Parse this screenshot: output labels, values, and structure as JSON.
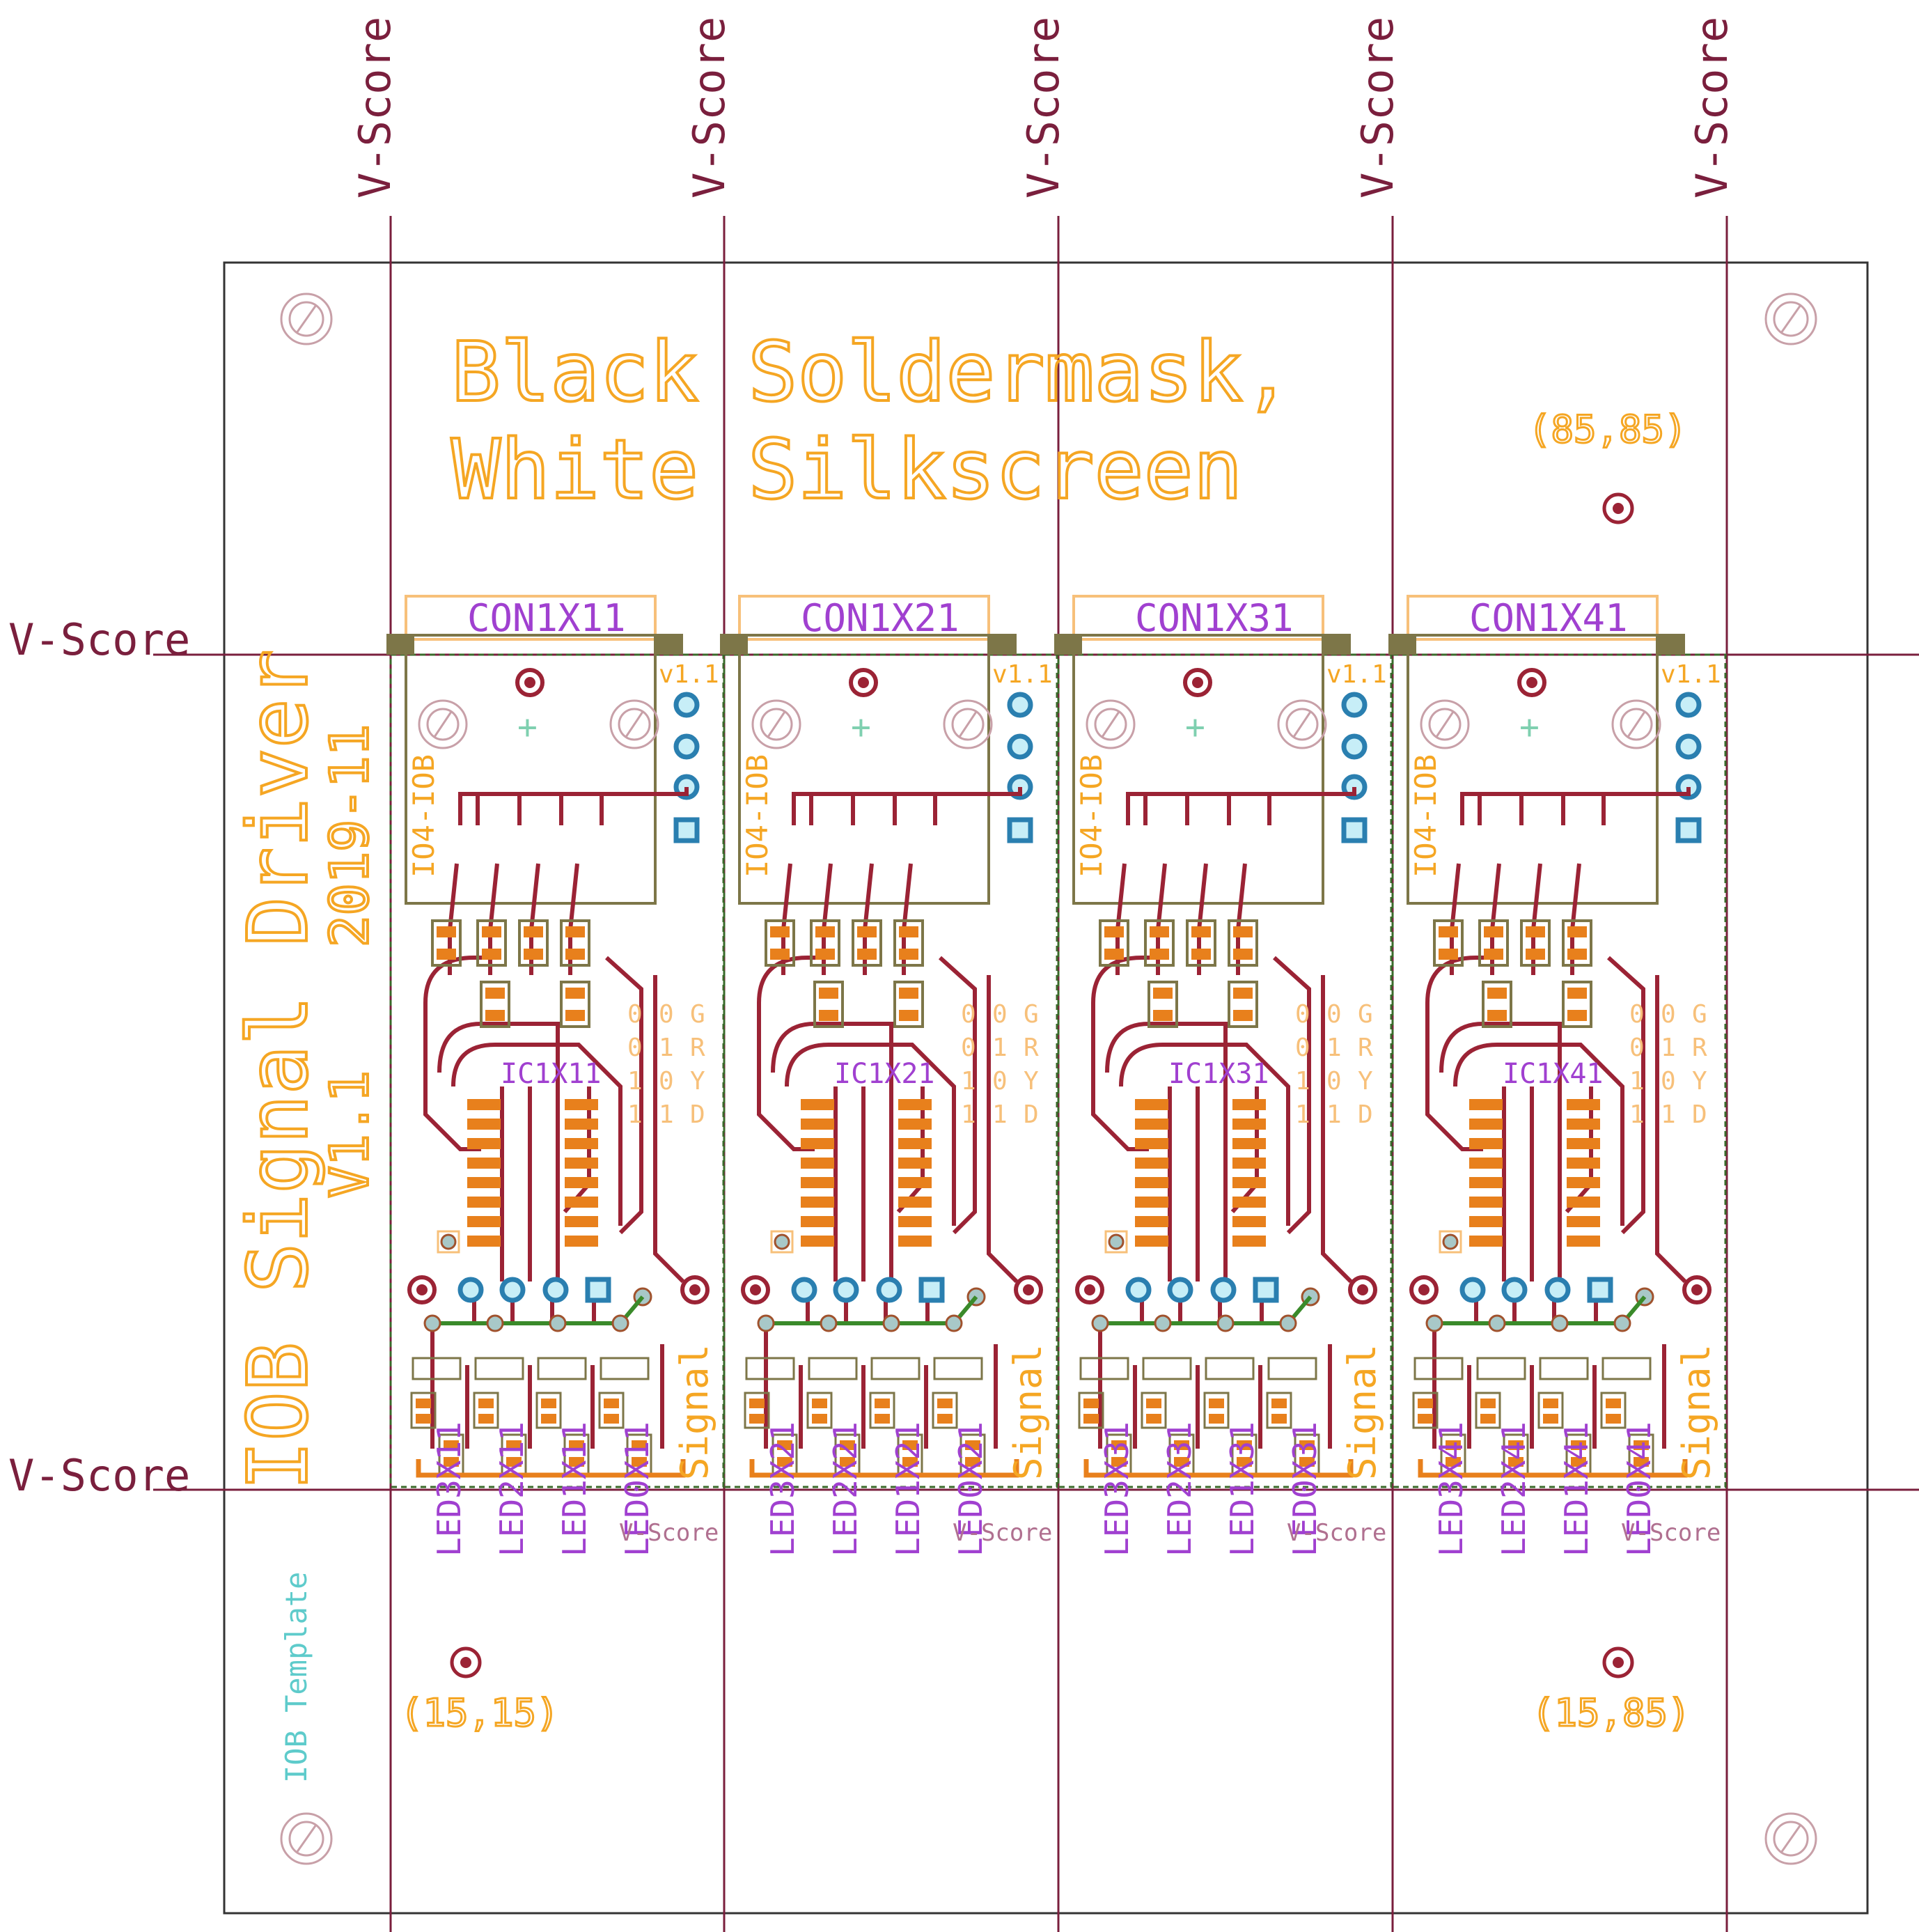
{
  "colors": {
    "vscore": "#7a1f3d",
    "outline": "#333333",
    "annotation": "#f5a623",
    "silk_light": "#f7c07a",
    "names": "#a040d0",
    "trace": "#9b2335",
    "pad_ring": "#2a7fb0",
    "pad_core": "#c7eef7",
    "smd": "#e8801c",
    "module_outline": "#7d7648",
    "green_trace": "#3a8a2a",
    "mount": "#9b2335",
    "template": "#5ecbcb"
  },
  "labels": {
    "vscore": "V-Score",
    "title_line1": "Black Soldermask,",
    "title_line2": "White Silkscreen",
    "side_title": "IOB Signal Driver",
    "date": "2019-11",
    "version": "V1.1",
    "template": "IOB Template",
    "coord_top_right": "(85,85)",
    "coord_bottom_left": "(15,15)",
    "coord_bottom_right": "(15,85)",
    "module_version": "v1.1",
    "module_type": "IO4-IOB",
    "signal": "Signal"
  },
  "modules": [
    {
      "connector": "CON1X11",
      "ic": "IC1X11",
      "leds": [
        "LED3X11",
        "LED2X11",
        "LED1X11",
        "LED0X11"
      ]
    },
    {
      "connector": "CON1X21",
      "ic": "IC1X21",
      "leds": [
        "LED3X21",
        "LED2X21",
        "LED1X21",
        "LED0X21"
      ]
    },
    {
      "connector": "CON1X31",
      "ic": "IC1X31",
      "leds": [
        "LED3X31",
        "LED2X31",
        "LED1X31",
        "LED0X31"
      ]
    },
    {
      "connector": "CON1X41",
      "ic": "IC1X41",
      "leds": [
        "LED3X41",
        "LED2X41",
        "LED1X41",
        "LED0X41"
      ]
    }
  ],
  "truth_table": [
    [
      "0",
      "0",
      "G"
    ],
    [
      "0",
      "1",
      "R"
    ],
    [
      "1",
      "0",
      "Y"
    ],
    [
      "1",
      "1",
      "D"
    ]
  ]
}
